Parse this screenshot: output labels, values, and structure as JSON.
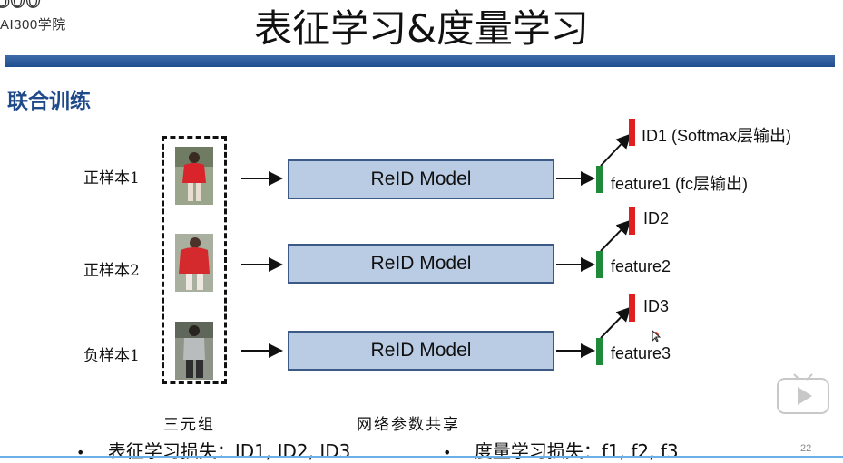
{
  "logo": {
    "text": "AI300学院"
  },
  "title": "表征学习&度量学习",
  "section": "联合训练",
  "samples": [
    {
      "label": "正样本1"
    },
    {
      "label": "正样本2"
    },
    {
      "label": "负样本1"
    }
  ],
  "model_label": "ReID Model",
  "outputs": [
    {
      "id": "ID1 (Softmax层输出)",
      "feature": "feature1 (fc层输出)"
    },
    {
      "id": "ID2",
      "feature": "feature2"
    },
    {
      "id": "ID3",
      "feature": "feature3"
    }
  ],
  "bottom_labels": {
    "triplet": "三元组",
    "shared": "网络参数共享"
  },
  "bullets": [
    {
      "bullet": "•",
      "text": "表征学习损失：ID1, ID2, ID3"
    },
    {
      "bullet": "•",
      "text": "度量学习损失：f1, f2, f3"
    }
  ],
  "page_number": "22",
  "colors": {
    "accent": "#1f4a8a",
    "model_fill": "#b9cce4",
    "feature_bar": "#1e8a3a",
    "id_bar": "#e02020"
  },
  "icons": {
    "play": "play-button-icon",
    "cursor": "mouse-cursor-icon"
  }
}
